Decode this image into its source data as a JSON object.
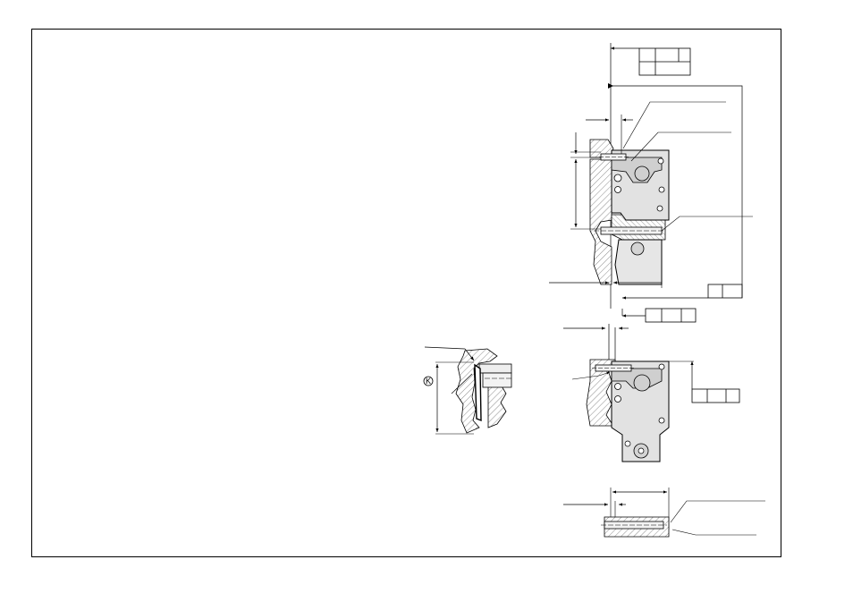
{
  "drawing": {
    "sheet_frame": true,
    "circled_symbol": "K",
    "colors": {
      "line": "#000000",
      "part_fill": "#e4e4e4",
      "part_fill_light": "#f0f0f0",
      "hatch": "#777777"
    },
    "views": [
      "detail-view-k",
      "main-mounting-view",
      "second-mounting-view",
      "screw-detail-view"
    ]
  }
}
